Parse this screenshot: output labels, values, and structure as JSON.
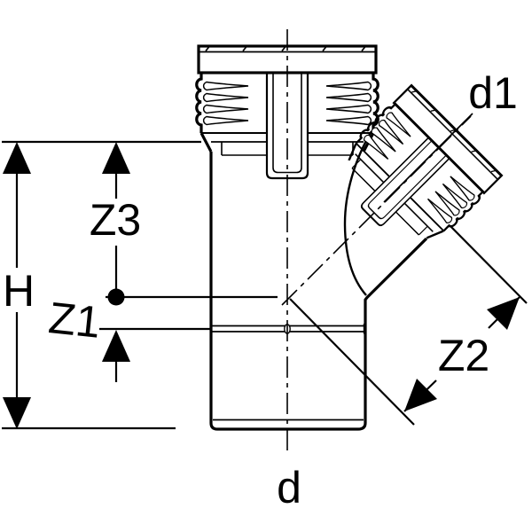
{
  "drawing": {
    "description": "Technical dimension drawing of a 45-degree branch pipe fitting with ring-seal sockets",
    "labels": {
      "h": "H",
      "z1": "Z1",
      "z2": "Z2",
      "z3": "Z3",
      "d": "d",
      "d1": "d1"
    },
    "colors": {
      "line": "#000000",
      "background": "#ffffff"
    }
  }
}
